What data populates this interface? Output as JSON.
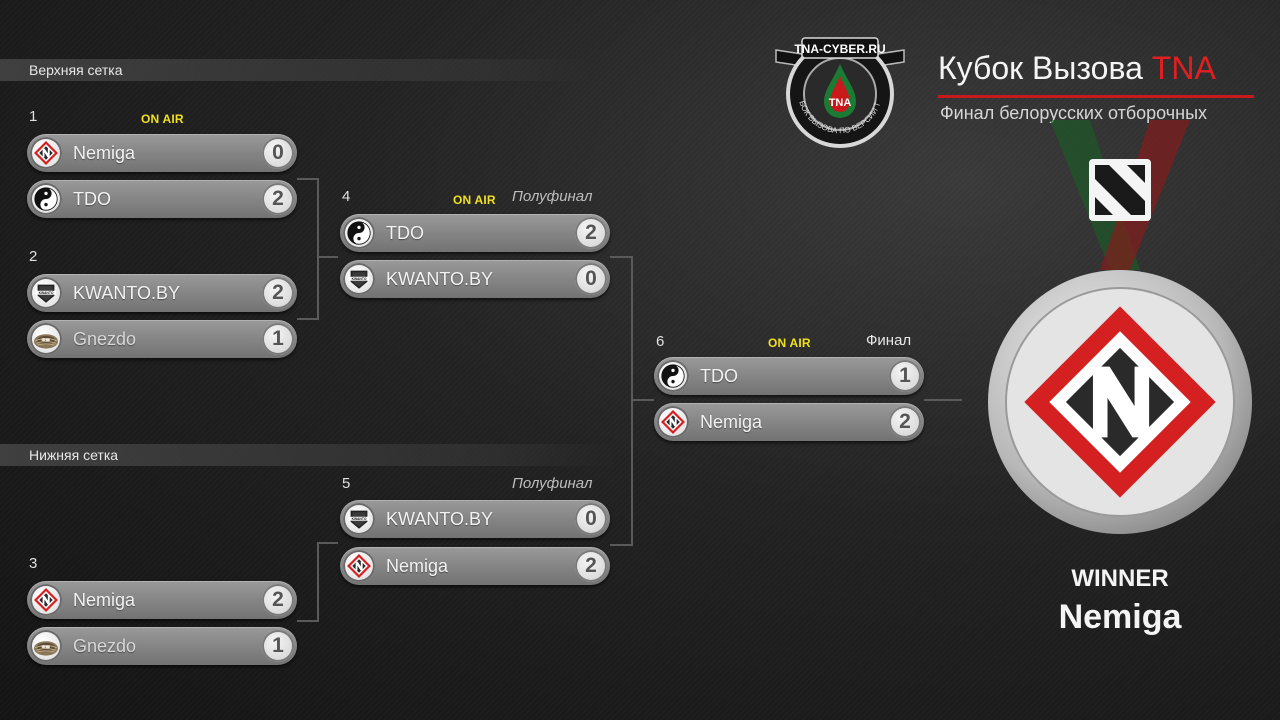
{
  "header": {
    "title_main": "Кубок Вызова ",
    "title_accent": "TNA",
    "subtitle": "Финал белорусских отборочных",
    "emblem_top": "TNA-CYBER.RU",
    "emblem_bottom": "КУБОК ВЫЗОВА ПО ВЕРСИИ TNA",
    "emblem_center": "TNA"
  },
  "upper_bracket": {
    "label": "Верхняя сетка"
  },
  "lower_bracket": {
    "label": "Нижняя сетка"
  },
  "onair_label": "ON AIR",
  "matches": {
    "m1": {
      "number": "1",
      "teams": [
        {
          "name": "Nemiga",
          "score": "0",
          "logo": "nemiga-logo"
        },
        {
          "name": "TDO",
          "score": "2",
          "logo": "tdo-logo"
        }
      ]
    },
    "m2": {
      "number": "2",
      "teams": [
        {
          "name": "KWANTO.BY",
          "score": "2",
          "logo": "kwanto-logo"
        },
        {
          "name": "Gnezdo",
          "score": "1",
          "logo": "gnezdo-logo"
        }
      ]
    },
    "m3": {
      "number": "3",
      "teams": [
        {
          "name": "Nemiga",
          "score": "2",
          "logo": "nemiga-logo"
        },
        {
          "name": "Gnezdo",
          "score": "1",
          "logo": "gnezdo-logo"
        }
      ]
    },
    "m4": {
      "number": "4",
      "round": "Полуфинал",
      "teams": [
        {
          "name": "TDO",
          "score": "2",
          "logo": "tdo-logo"
        },
        {
          "name": "KWANTO.BY",
          "score": "0",
          "logo": "kwanto-logo"
        }
      ]
    },
    "m5": {
      "number": "5",
      "round": "Полуфинал",
      "teams": [
        {
          "name": "KWANTO.BY",
          "score": "0",
          "logo": "kwanto-logo"
        },
        {
          "name": "Nemiga",
          "score": "2",
          "logo": "nemiga-logo"
        }
      ]
    },
    "m6": {
      "number": "6",
      "round": "Финал",
      "teams": [
        {
          "name": "TDO",
          "score": "1",
          "logo": "tdo-logo"
        },
        {
          "name": "Nemiga",
          "score": "2",
          "logo": "nemiga-logo"
        }
      ]
    }
  },
  "winner": {
    "label": "WINNER",
    "name": "Nemiga",
    "logo": "nemiga-logo"
  },
  "colors": {
    "accent_red": "#e02020",
    "onair_yellow": "#f0e020",
    "ribbon_green": "#1a6a2a"
  }
}
